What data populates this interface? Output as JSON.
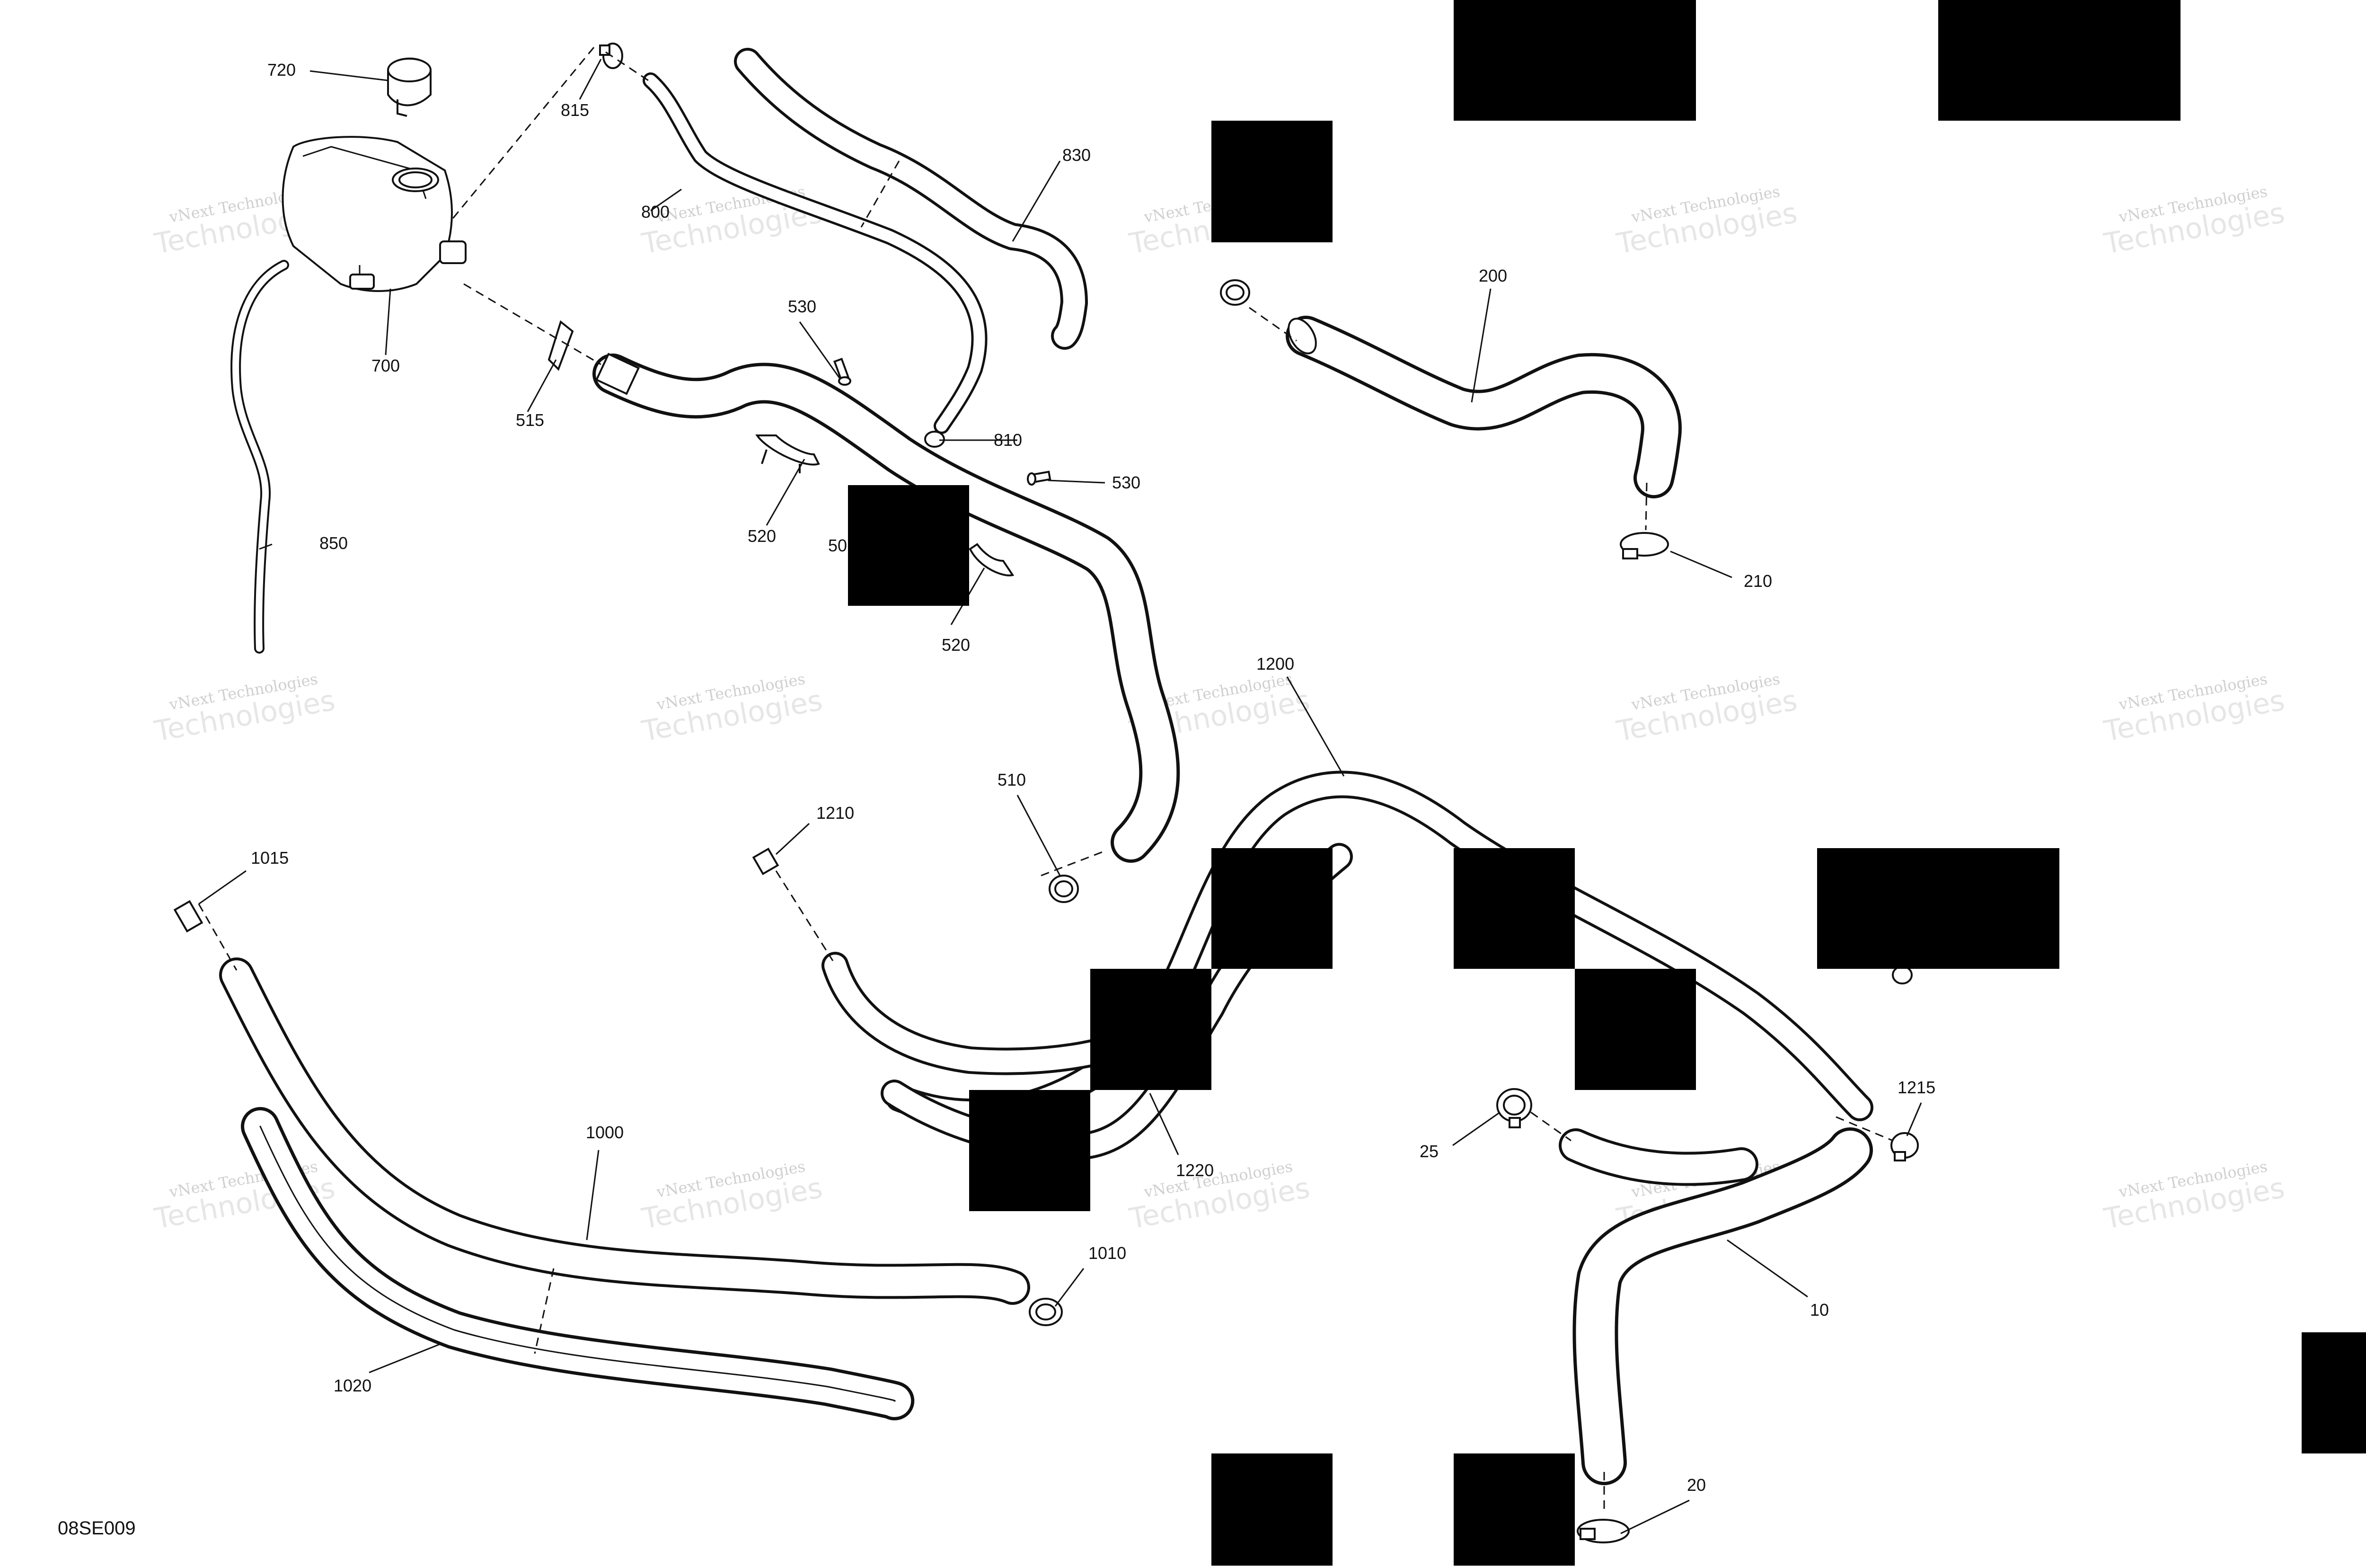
{
  "diagram": {
    "drawing_code": "08SE009",
    "watermark_lines": [
      "vNext Technologies",
      "Technologies"
    ],
    "callouts": {
      "c720": "720",
      "c815": "815",
      "c830": "830",
      "c800": "800",
      "c700": "700",
      "c530a": "530",
      "c515": "515",
      "c810": "810",
      "c530b": "530",
      "c520a": "520",
      "c50x": "50",
      "c520b": "520",
      "c850": "850",
      "c200": "200",
      "c210": "210",
      "c1200": "1200",
      "c510": "510",
      "c1210": "1210",
      "c1015": "1015",
      "c1000": "1000",
      "c1010": "1010",
      "c1020": "1020",
      "c1220": "1220",
      "c1215": "1215",
      "c25": "25",
      "c10": "10",
      "c20": "20"
    },
    "colors": {
      "line": "#111111",
      "hose_fill": "#ffffff",
      "redaction": "#000000",
      "watermark": "#cfcfcf"
    }
  }
}
